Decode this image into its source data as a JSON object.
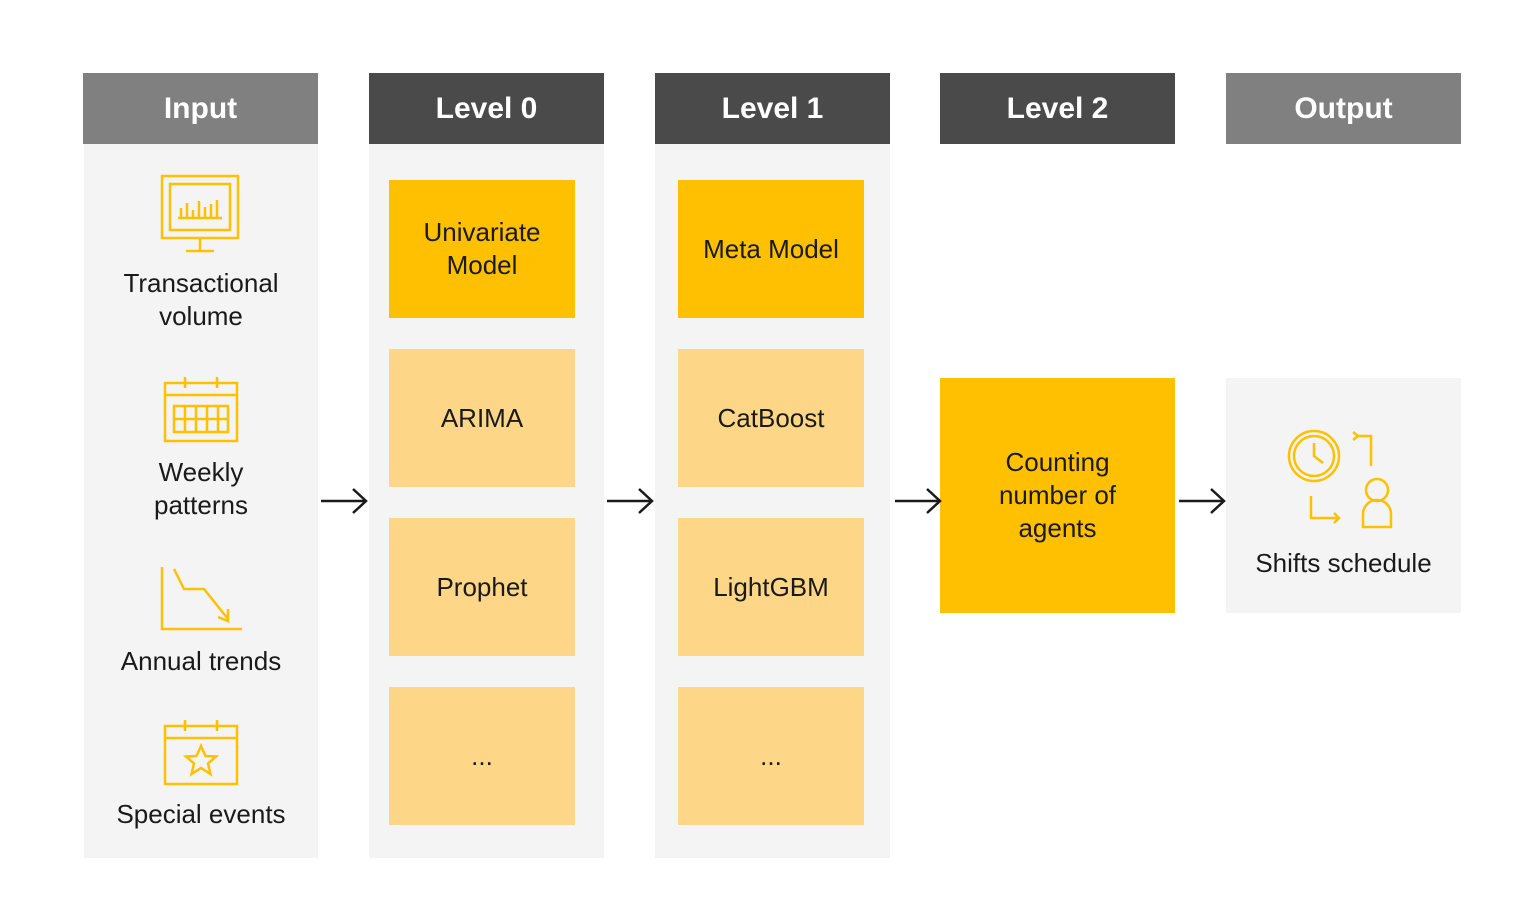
{
  "headers": {
    "input": "Input",
    "level0": "Level 0",
    "level1": "Level 1",
    "level2": "Level 2",
    "output": "Output"
  },
  "inputs": [
    {
      "label": "Transactional\nvolume",
      "icon": "monitor-chart-icon"
    },
    {
      "label": "Weekly\npatterns",
      "icon": "calendar-icon"
    },
    {
      "label": "Annual trends",
      "icon": "trend-down-icon"
    },
    {
      "label": "Special events",
      "icon": "calendar-star-icon"
    }
  ],
  "level0": [
    "Univariate\nModel",
    "ARIMA",
    "Prophet",
    "..."
  ],
  "level1": [
    "Meta Model",
    "CatBoost",
    "LightGBM",
    "..."
  ],
  "level2": {
    "label": "Counting\nnumber of\nagents"
  },
  "output": {
    "label": "Shifts schedule",
    "icon": "clock-person-swap-icon"
  },
  "colors": {
    "header_dark": "#4a4a4a",
    "header_light": "#808080",
    "accent": "#fec000",
    "accent_soft": "#fdd787",
    "panel": "#f4f4f4"
  }
}
